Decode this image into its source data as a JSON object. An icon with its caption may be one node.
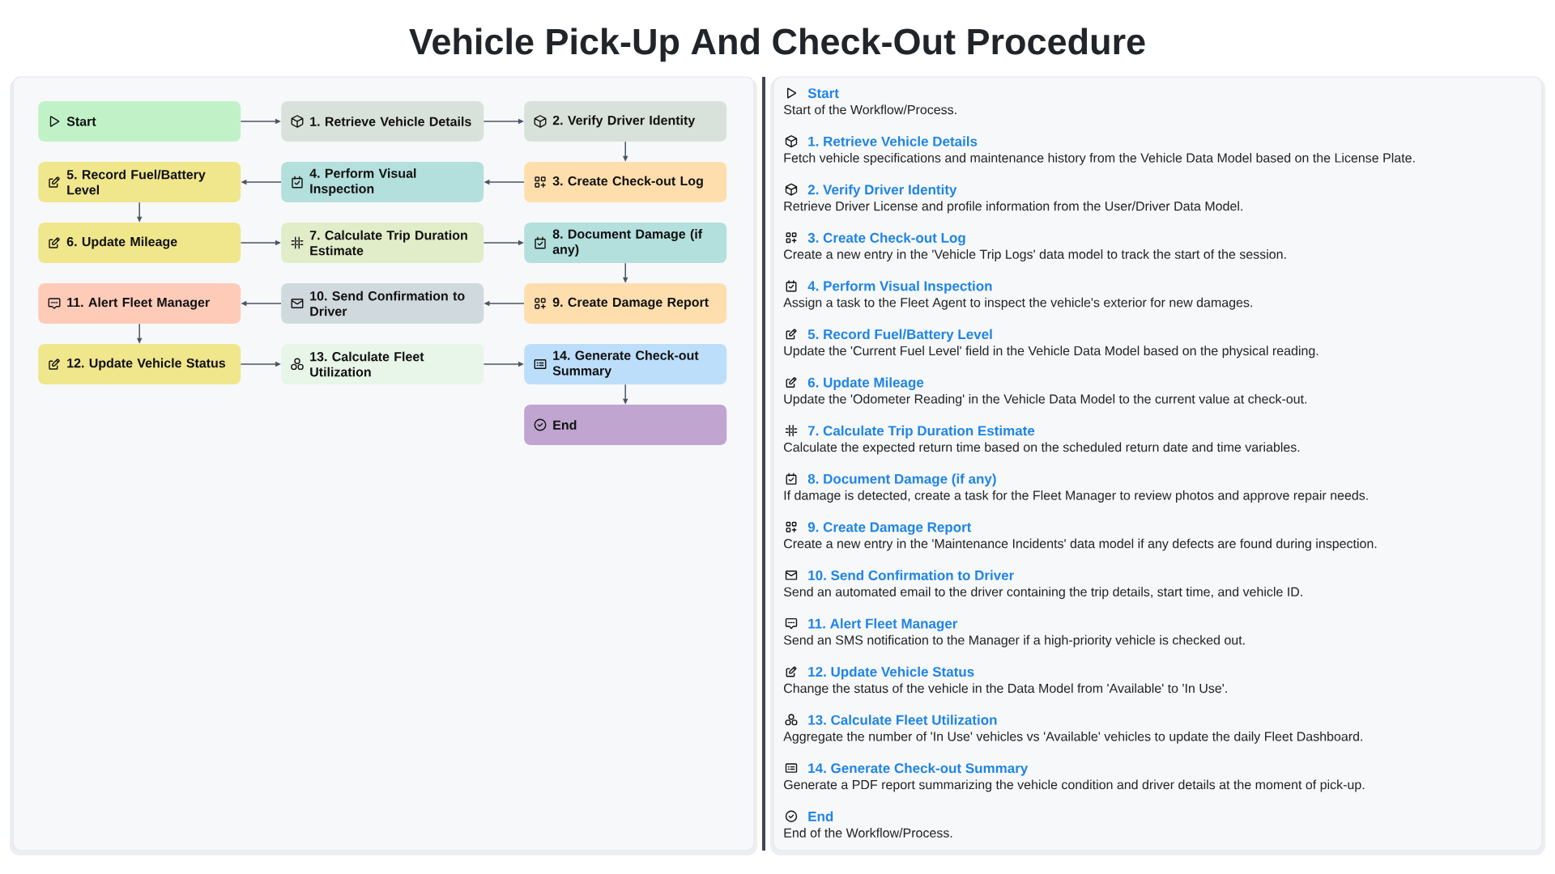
{
  "diagram": {
    "title": "Vehicle Pick-Up And Check-Out Procedure",
    "nodes": [
      {
        "text": [
          "Start"
        ]
      },
      {
        "text": [
          "1. Retrieve Vehicle Details"
        ]
      },
      {
        "text": [
          "2. Verify Driver Identity"
        ]
      },
      {
        "text": [
          "3. Create Check-out Log"
        ]
      },
      {
        "text": [
          "4. Perform Visual Inspection"
        ]
      },
      {
        "text": [
          "5. Record Fuel/Battery Level"
        ]
      },
      {
        "text": [
          "6. Update Mileage"
        ]
      },
      {
        "text": [
          "7. Calculate Trip Duration Estimate"
        ]
      },
      {
        "text": [
          "8. Document Damage (if any)"
        ]
      },
      {
        "text": [
          "9. Create Damage Report"
        ]
      },
      {
        "text": [
          "10. Send Confirmation to Driver"
        ]
      },
      {
        "text": [
          "11. Alert Fleet Manager"
        ]
      },
      {
        "text": [
          "12. Update Vehicle Status"
        ]
      },
      {
        "text": [
          "13. Calculate Fleet Utilization"
        ]
      },
      {
        "text": [
          "14. Generate Check-out Summary"
        ]
      },
      {
        "text": [
          "End"
        ]
      }
    ],
    "edges": [
      {
        "from": 0,
        "to": 1,
        "arrow": "to"
      },
      {
        "from": 1,
        "to": 2,
        "arrow": "to"
      },
      {
        "from": 2,
        "to": 3,
        "arrow": "to"
      },
      {
        "from": 3,
        "to": 4,
        "arrow": "to"
      },
      {
        "from": 4,
        "to": 5,
        "arrow": "to"
      },
      {
        "from": 5,
        "to": 6,
        "arrow": "to"
      },
      {
        "from": 6,
        "to": 7,
        "arrow": "to"
      },
      {
        "from": 7,
        "to": 8,
        "arrow": "to"
      },
      {
        "from": 8,
        "to": 9,
        "arrow": "to"
      },
      {
        "from": 9,
        "to": 10,
        "arrow": "to"
      },
      {
        "from": 10,
        "to": 11,
        "arrow": "to"
      },
      {
        "from": 11,
        "to": 12,
        "arrow": "to"
      },
      {
        "from": 12,
        "to": 13,
        "arrow": "to"
      },
      {
        "from": 13,
        "to": 14,
        "arrow": "to"
      },
      {
        "from": 14,
        "to": 15,
        "arrow": "to"
      }
    ],
    "labels": [
      "Start",
      "Start of the Workflow/Process.",
      "1. Retrieve Vehicle Details",
      "Fetch vehicle specifications and maintenance history from the Vehicle Data Model based on the License Plate.",
      "2. Verify Driver Identity",
      "Retrieve Driver License and profile information from the User/Driver Data Model.",
      "3. Create Check-out Log",
      "Create a new entry in the 'Vehicle Trip Logs' data model to track the start of the session.",
      "4. Perform Visual Inspection",
      "Assign a task to the Fleet Agent to inspect the vehicle's exterior for new damages.",
      "5. Record Fuel/Battery Level",
      "Update the 'Current Fuel Level' field in the Vehicle Data Model based on the physical reading.",
      "6. Update Mileage",
      "Update the 'Odometer Reading' in the Vehicle Data Model to the current value at check-out.",
      "7. Calculate Trip Duration Estimate",
      "Calculate the expected return time based on the scheduled return date and time variables.",
      "8. Document Damage (if any)",
      "If damage is detected, create a task for the Fleet Manager to review photos and approve repair needs.",
      "9. Create Damage Report",
      "Create a new entry in the 'Maintenance Incidents' data model if any defects are found during inspection.",
      "10. Send Confirmation to Driver",
      "Send an automated email to the driver containing the trip details, start time, and vehicle ID.",
      "11. Alert Fleet Manager",
      "Send an SMS notification to the Manager if a high-priority vehicle is checked out.",
      "12. Update Vehicle Status",
      "Change the status of the vehicle in the Data Model from 'Available' to 'In Use'.",
      "13. Calculate Fleet Utilization",
      "Aggregate the number of 'In Use' vehicles vs 'Available' vehicles to update the daily Fleet Dashboard.",
      "14. Generate Check-out Summary",
      "Generate a PDF report summarizing the vehicle condition and driver details at the moment of pick-up.",
      "End",
      "End of the Workflow/Process."
    ]
  }
}
